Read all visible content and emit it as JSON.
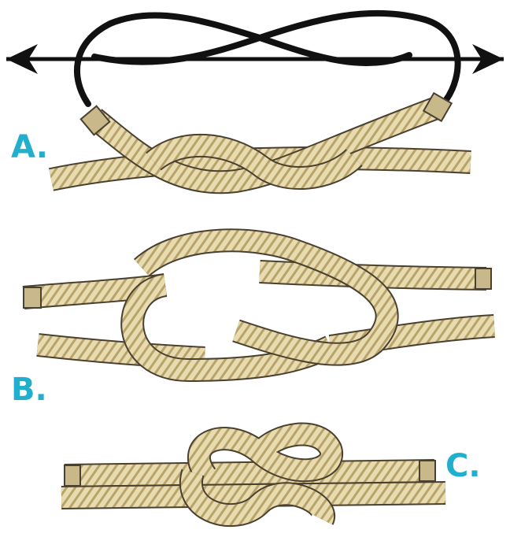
{
  "colors": {
    "label": "#22aecd",
    "rope_fill": "#e8dbb0",
    "rope_stripe": "#b8a46a",
    "rope_outline": "#4a4030",
    "rope_end": "#c8b88a",
    "arrow": "#111111"
  },
  "steps": [
    {
      "label": "A."
    },
    {
      "label": "B."
    },
    {
      "label": "C."
    }
  ],
  "icons": [
    "double-arrow-icon",
    "figure-eight-path-icon"
  ]
}
